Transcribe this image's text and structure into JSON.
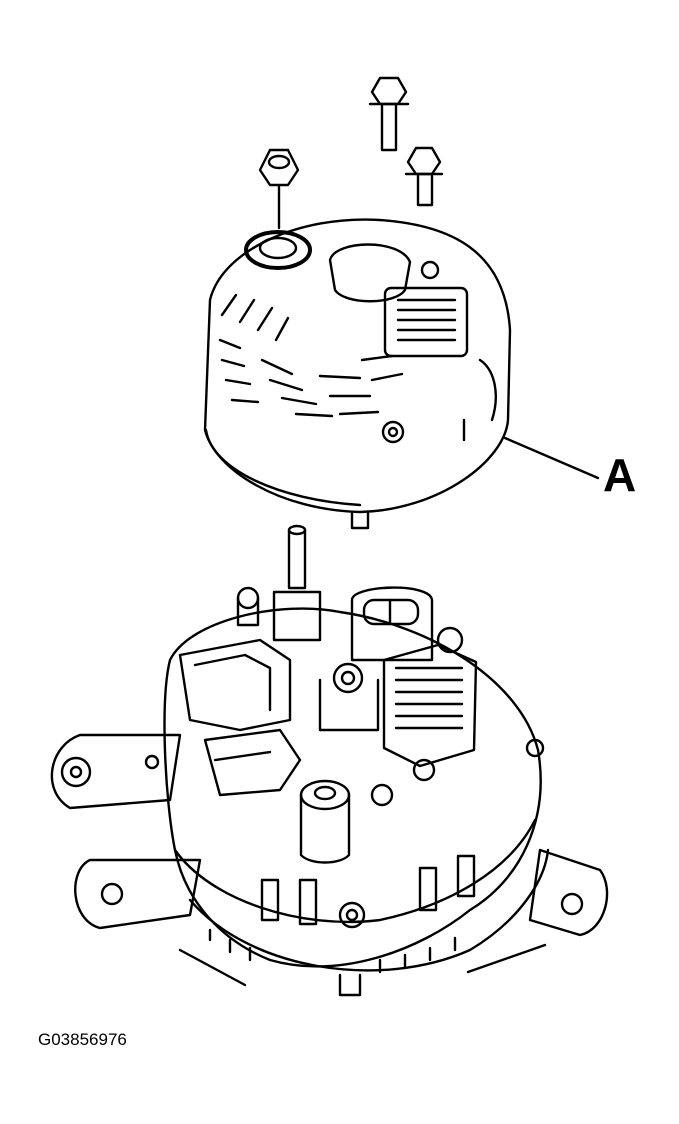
{
  "callout": {
    "label": "A"
  },
  "figure": {
    "id": "G03856976"
  },
  "colors": {
    "ink": "#000000",
    "paper": "#ffffff"
  },
  "parts": [
    "hex-nut",
    "long-bolt",
    "short-bolt",
    "rear-cover",
    "alternator-body",
    "voltage-regulator",
    "connector-plug",
    "output-terminal-stud"
  ]
}
